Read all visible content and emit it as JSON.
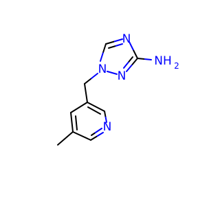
{
  "molecule": {
    "colors": {
      "bond": "#000000",
      "nitrogen": "#0000ff",
      "background": "#ffffff"
    },
    "atoms": {
      "n_triazole_top": "N",
      "n_triazole_1": "N",
      "n_triazole_2": "N",
      "n_pyridine": "N",
      "amine": "NH",
      "amine_subscript": "2"
    }
  }
}
